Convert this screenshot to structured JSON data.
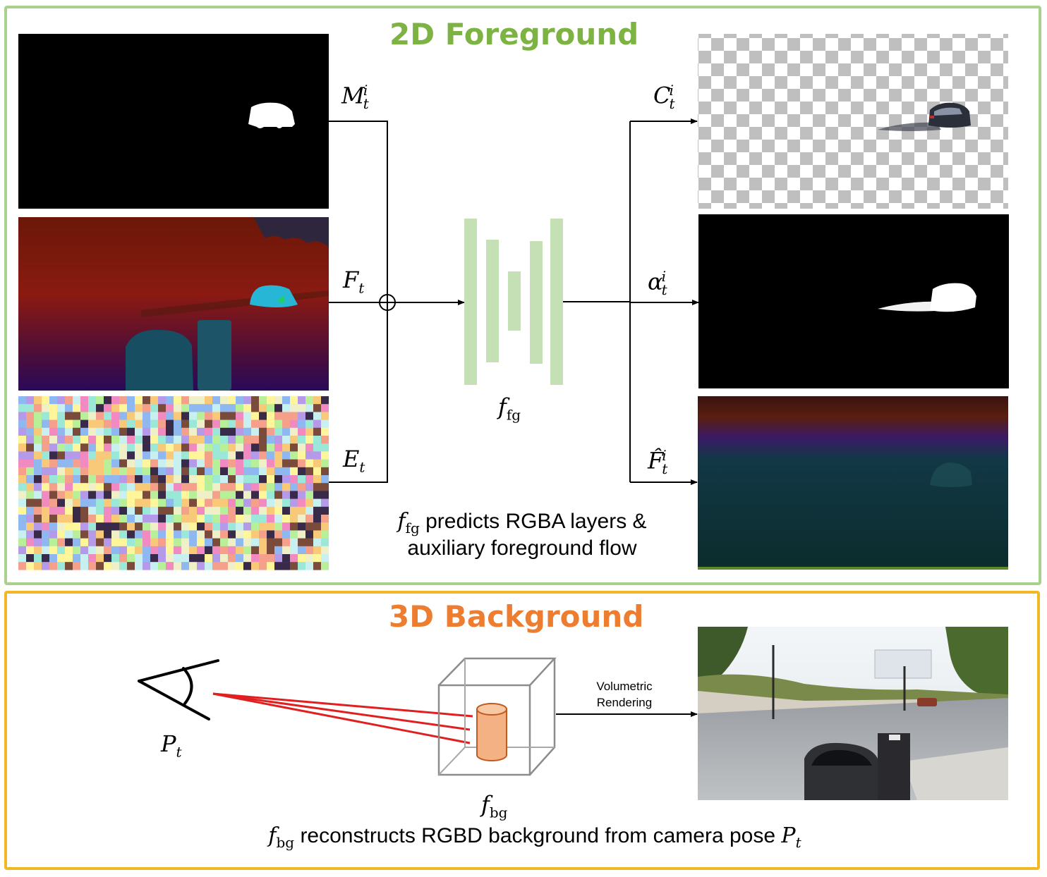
{
  "foreground": {
    "title": "2D Foreground",
    "inputs": {
      "mask_label": {
        "base": "M",
        "sub": "t",
        "sup": "i"
      },
      "flow_label": {
        "base": "F",
        "sub": "t"
      },
      "embedding_label": {
        "base": "E",
        "sub": "t"
      }
    },
    "network_label": {
      "base": "f",
      "sub": "fg"
    },
    "outputs": {
      "color_label": {
        "base": "C",
        "sub": "t",
        "sup": "i"
      },
      "alpha_label": {
        "base": "α",
        "sub": "t",
        "sup": "i"
      },
      "flow_label": {
        "base": "F̂",
        "sub": "t",
        "sup": "i"
      }
    },
    "caption": {
      "math_base": "f",
      "math_sub": "fg",
      "line1": "predicts RGBA layers &",
      "line2": "auxiliary foreground flow"
    }
  },
  "background": {
    "title": "3D Background",
    "camera_label": {
      "base": "P",
      "sub": "t"
    },
    "network_label": {
      "base": "f",
      "sub": "bg"
    },
    "rendering_label_line1": "Volumetric",
    "rendering_label_line2": "Rendering",
    "caption": {
      "math_base": "f",
      "math_sub": "bg",
      "text": "reconstructs RGBD background from camera pose",
      "pose_base": "P",
      "pose_sub": "t"
    }
  },
  "colors": {
    "foreground_border": "#a9d18e",
    "foreground_title": "#7cb342",
    "background_border": "#f1b824",
    "background_title": "#ed7d31",
    "network_bars": "#c5e0b4",
    "rays": "#e02020",
    "cylinder": "#f4b183"
  }
}
